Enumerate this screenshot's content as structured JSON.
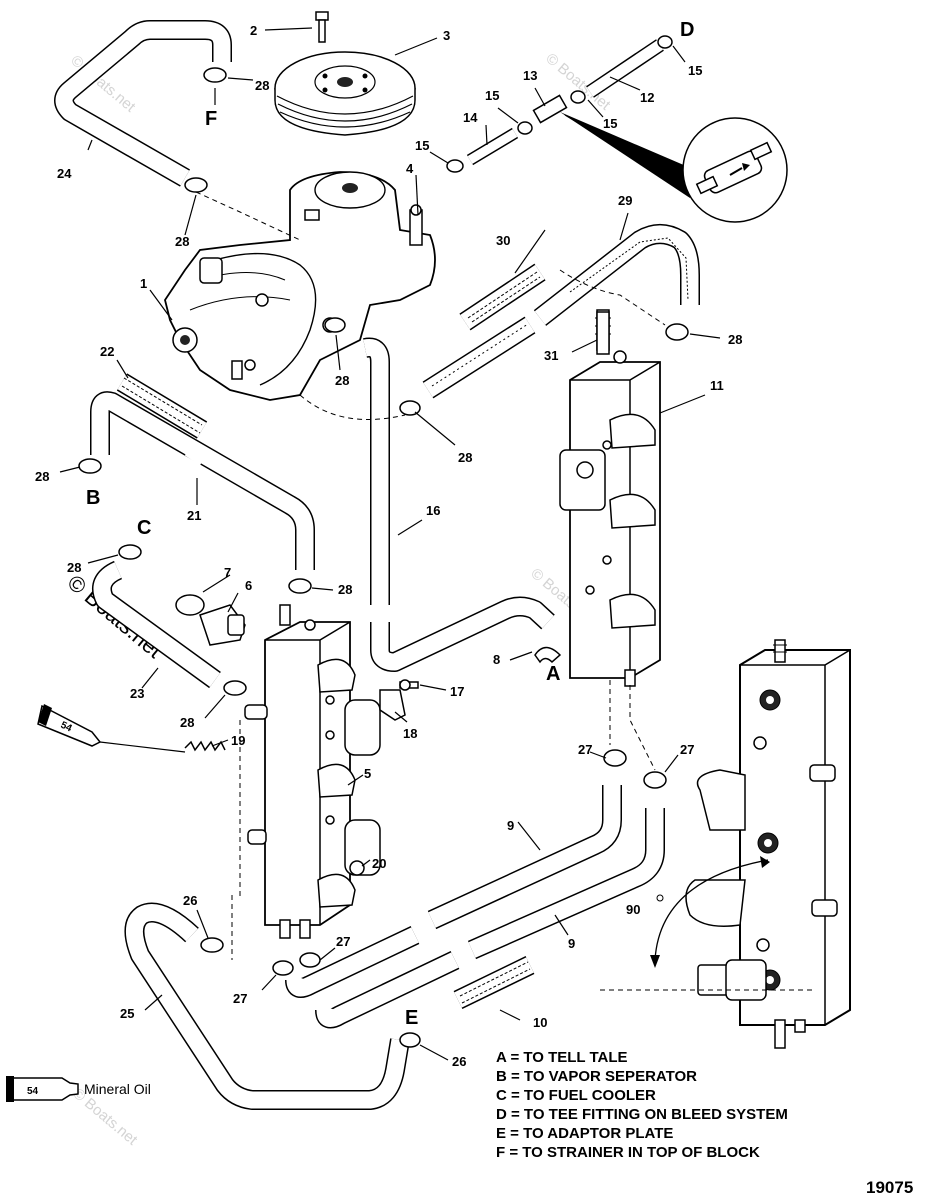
{
  "watermark": {
    "text": "© Boats.net"
  },
  "callouts": {
    "c1": "1",
    "c2": "2",
    "c3": "3",
    "c4": "4",
    "c5": "5",
    "c6": "6",
    "c7": "7",
    "c8": "8",
    "c9a": "9",
    "c9b": "9",
    "c10": "10",
    "c11": "11",
    "c12": "12",
    "c13": "13",
    "c14": "14",
    "c15a": "15",
    "c15b": "15",
    "c15c": "15",
    "c15d": "15",
    "c16": "16",
    "c17": "17",
    "c18": "18",
    "c19": "19",
    "c20": "20",
    "c21": "21",
    "c22": "22",
    "c23": "23",
    "c24": "24",
    "c25": "25",
    "c26a": "26",
    "c26b": "26",
    "c27a": "27",
    "c27b": "27",
    "c27c": "27",
    "c27d": "27",
    "c28a": "28",
    "c28b": "28",
    "c28c": "28",
    "c28d": "28",
    "c28e": "28",
    "c28f": "28",
    "c28g": "28",
    "c28h": "28",
    "c28i": "28",
    "c29": "29",
    "c30": "30",
    "c31": "31",
    "c90": "90"
  },
  "connection_letters": {
    "A": "A",
    "B": "B",
    "C": "C",
    "D": "D",
    "E": "E",
    "F": "F"
  },
  "tube_label": "54",
  "mineral_oil": {
    "tube": "54",
    "label": "Mineral Oil"
  },
  "legend": [
    "A = TO TELL TALE",
    "B = TO VAPOR SEPERATOR",
    "C = TO FUEL COOLER",
    "D = TO TEE FITTING ON BLEED SYSTEM",
    "E = TO ADAPTOR PLATE",
    "F = TO STRAINER IN TOP OF BLOCK"
  ],
  "figure_number": "19075"
}
